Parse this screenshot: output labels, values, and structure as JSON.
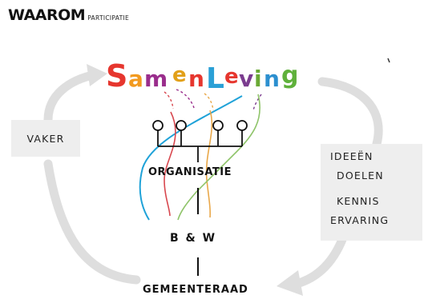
{
  "title": {
    "main": "WAAROM",
    "sub": "PARTICIPATIE"
  },
  "society": {
    "word": "Samenleving",
    "letters": [
      {
        "ch": "S",
        "color": "#e6362e"
      },
      {
        "ch": "a",
        "color": "#f29a1f"
      },
      {
        "ch": "m",
        "color": "#9a2d8c"
      },
      {
        "ch": "e",
        "color": "#e2a019"
      },
      {
        "ch": "n",
        "color": "#e6362e"
      },
      {
        "ch": "L",
        "color": "#2aa0d6"
      },
      {
        "ch": "e",
        "color": "#e6362e"
      },
      {
        "ch": "v",
        "color": "#7b3c8f"
      },
      {
        "ch": "i",
        "color": "#6aa935"
      },
      {
        "ch": "n",
        "color": "#2c8fcf"
      },
      {
        "ch": "g",
        "color": "#5fb13b"
      }
    ]
  },
  "left_box": {
    "text": "VAKER"
  },
  "right_box": {
    "lines": [
      "IDEEËN",
      "DOELEN",
      "KENNIS",
      "ERVARING"
    ]
  },
  "hierarchy": {
    "organisatie": "ORGANISATIE",
    "college": "B & W",
    "raad": "GEMEENTERAAD"
  },
  "colors": {
    "arrow": "#dedede",
    "box": "#eeeeee",
    "ink": "#111111",
    "thread_blue": "#1fa2d8",
    "thread_red": "#d8474e",
    "thread_orange": "#e9a84a",
    "thread_green": "#8fc46a"
  }
}
